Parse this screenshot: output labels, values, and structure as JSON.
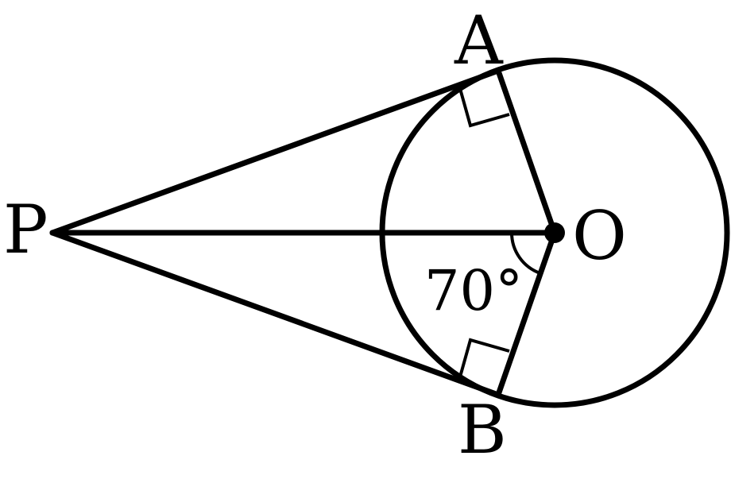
{
  "labels": {
    "A": "A",
    "B": "B",
    "O": "O",
    "P": "P"
  },
  "angle": {
    "value": "70°",
    "vertex": "O"
  },
  "colors": {
    "stroke": "#000000",
    "background": "#ffffff"
  }
}
